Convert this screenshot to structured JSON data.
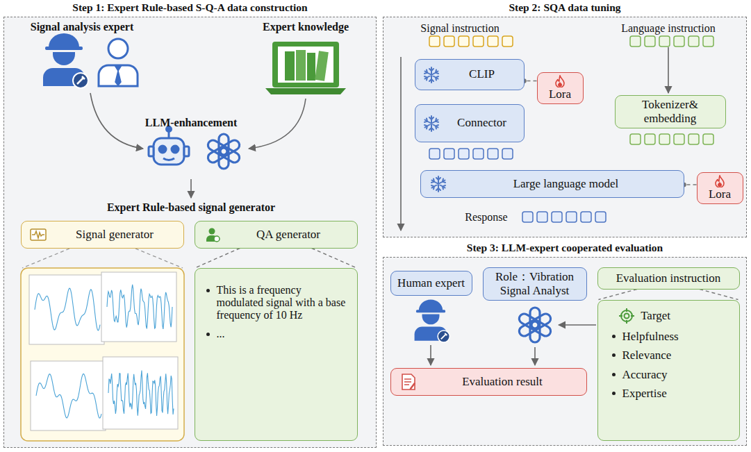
{
  "diagram": {
    "nodes": [
      {
        "text": [
          "Step 1: Expert Rule-based S-Q-A data construction"
        ]
      },
      {
        "text": [
          "Signal generator"
        ],
        "in": 0
      },
      {
        "text": [
          "QA generator"
        ],
        "in": 0
      },
      {
        "text": [
          "This is a frequency modulated signal with a base frequency of 10 Hz",
          "..."
        ],
        "in": 0
      },
      {
        "text": [
          "Step 2: SQA data tuning"
        ]
      },
      {
        "text": [
          "CLIP"
        ],
        "in": 4
      },
      {
        "text": [
          "Lora"
        ],
        "in": 4
      },
      {
        "text": [
          "Connector"
        ],
        "in": 4
      },
      {
        "text": [
          "Tokenizer& embedding"
        ],
        "in": 4
      },
      {
        "text": [
          "Large language model"
        ],
        "in": 4
      },
      {
        "text": [
          "Lora"
        ],
        "in": 4
      },
      {
        "text": [
          "Step 3: LLM-expert cooperated evaluation"
        ]
      },
      {
        "text": [
          "Human expert"
        ],
        "in": 11
      },
      {
        "text": [
          "Role：Vibration Signal Analyst"
        ],
        "in": 11
      },
      {
        "text": [
          "Evaluation instruction"
        ],
        "in": 11
      },
      {
        "text": [
          "Target",
          "Helpfulness",
          "Relevance",
          "Accuracy",
          "Expertise"
        ],
        "in": 11
      },
      {
        "text": [
          "Evaluation result"
        ],
        "in": 11
      }
    ],
    "edges": [
      {
        "from": 2,
        "to": 3,
        "arrow": "none"
      },
      {
        "from": 6,
        "to": 5,
        "arrow": "none"
      },
      {
        "from": 10,
        "to": 9,
        "arrow": "none"
      },
      {
        "from": 14,
        "to": 15,
        "arrow": "none"
      }
    ],
    "labels": [
      "Signal analysis expert",
      "Expert knowledge",
      "LLM-enhancement",
      "Expert Rule-based signal generator",
      "Signal instruction",
      "Language instruction",
      "Response"
    ]
  }
}
